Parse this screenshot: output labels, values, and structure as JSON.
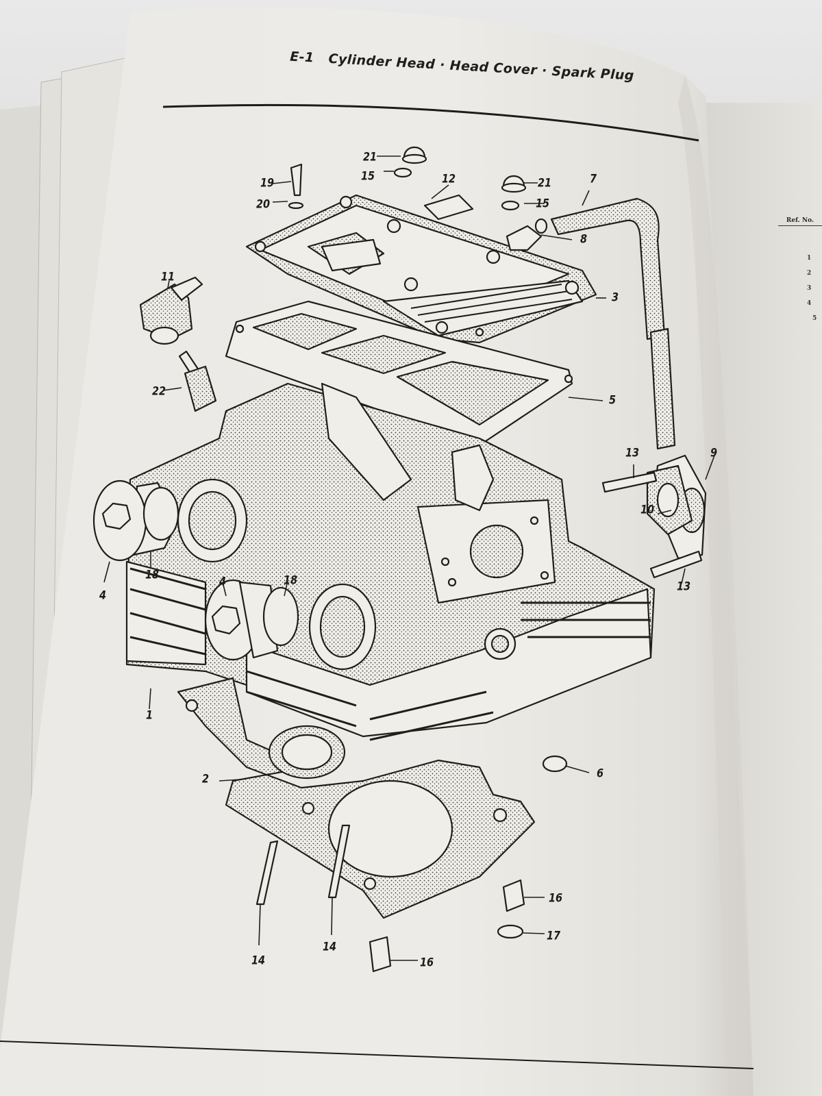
{
  "page": {
    "section_code": "E-1",
    "title": "Cylinder Head · Head Cover · Spark Plug"
  },
  "right_page": {
    "ref_header": "Ref. No.",
    "ref_numbers": [
      "1",
      "2",
      "3",
      "4",
      "5"
    ]
  },
  "callouts": [
    {
      "id": "c1",
      "label": "1"
    },
    {
      "id": "c2",
      "label": "2"
    },
    {
      "id": "c3",
      "label": "3"
    },
    {
      "id": "c4a",
      "label": "4"
    },
    {
      "id": "c4b",
      "label": "4"
    },
    {
      "id": "c5",
      "label": "5"
    },
    {
      "id": "c6",
      "label": "6"
    },
    {
      "id": "c7",
      "label": "7"
    },
    {
      "id": "c8",
      "label": "8"
    },
    {
      "id": "c9",
      "label": "9"
    },
    {
      "id": "c10",
      "label": "10"
    },
    {
      "id": "c11",
      "label": "11"
    },
    {
      "id": "c12",
      "label": "12"
    },
    {
      "id": "c13a",
      "label": "13"
    },
    {
      "id": "c13b",
      "label": "13"
    },
    {
      "id": "c14a",
      "label": "14"
    },
    {
      "id": "c14b",
      "label": "14"
    },
    {
      "id": "c15a",
      "label": "15"
    },
    {
      "id": "c15b",
      "label": "15"
    },
    {
      "id": "c16a",
      "label": "16"
    },
    {
      "id": "c16b",
      "label": "16"
    },
    {
      "id": "c17",
      "label": "17"
    },
    {
      "id": "c18a",
      "label": "18"
    },
    {
      "id": "c18b",
      "label": "18"
    },
    {
      "id": "c19",
      "label": "19"
    },
    {
      "id": "c20",
      "label": "20"
    },
    {
      "id": "c21a",
      "label": "21"
    },
    {
      "id": "c21b",
      "label": "21"
    },
    {
      "id": "c22",
      "label": "22"
    }
  ]
}
